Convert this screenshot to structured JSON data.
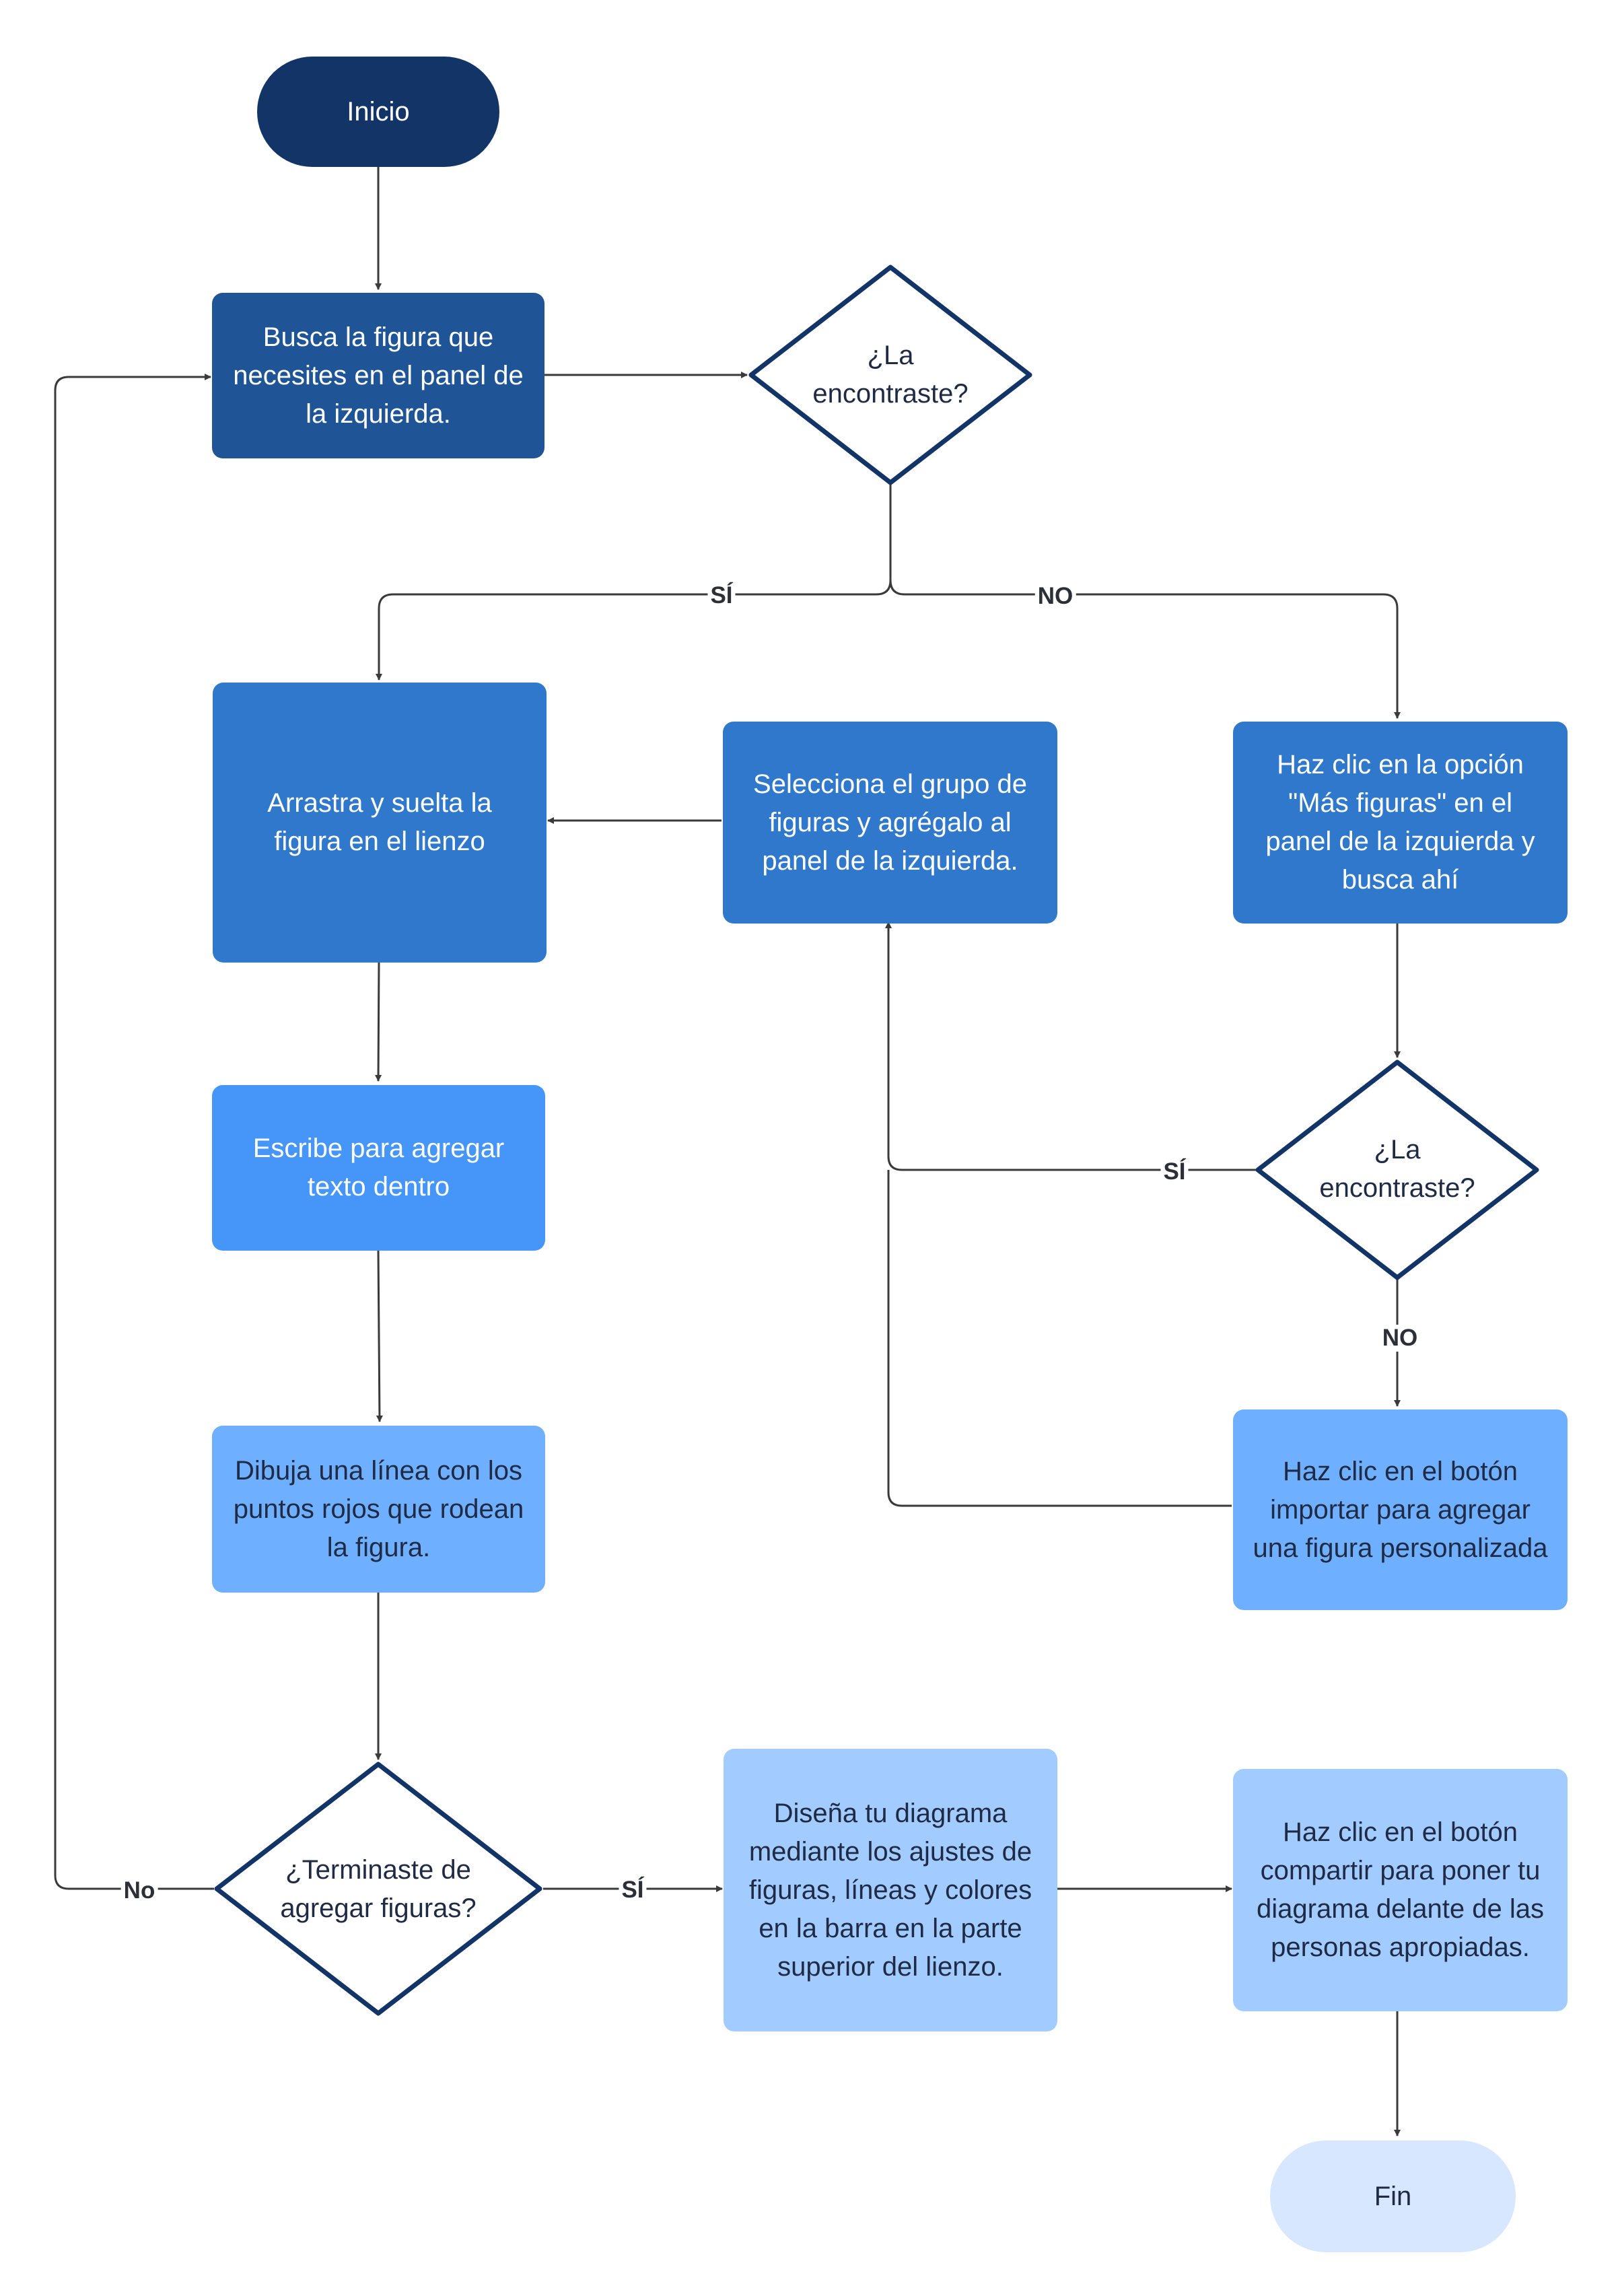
{
  "nodes": {
    "start": "Inicio",
    "find_shape": "Busca la figura que necesites en el panel de la izquierda.",
    "found_1": "¿La encontraste?",
    "drag_drop": "Arrastra y suelta la figura en el lienzo",
    "select_group": "Selecciona el grupo de figuras y agrégalo al panel de la izquierda.",
    "more_shapes": "Haz clic en la opción \"Más figuras\" en el panel de la izquierda y busca ahí",
    "found_2": "¿La encontraste?",
    "type_text": "Escribe para agregar texto dentro",
    "draw_line": "Dibuja una línea con los puntos rojos que rodean la figura.",
    "import": "Haz clic en el botón importar para agregar una figura personalizada",
    "finished": "¿Terminaste de agregar figuras?",
    "design": "Diseña tu diagrama mediante los ajustes de figuras, líneas y colores en la barra en la parte superior del lienzo.",
    "share": "Haz clic en el botón compartir para poner tu diagrama delante de las personas apropiadas.",
    "end": "Fin"
  },
  "edge_labels": {
    "found_1_yes": "SÍ",
    "found_1_no": "NO",
    "found_2_yes": "SÍ",
    "found_2_no": "NO",
    "finished_no": "No",
    "finished_yes": "SÍ"
  },
  "colors": {
    "line": "#3a3a3a",
    "diamond_stroke": "#133466",
    "node_dark": "#133466",
    "node_light": "#d7e7ff"
  }
}
